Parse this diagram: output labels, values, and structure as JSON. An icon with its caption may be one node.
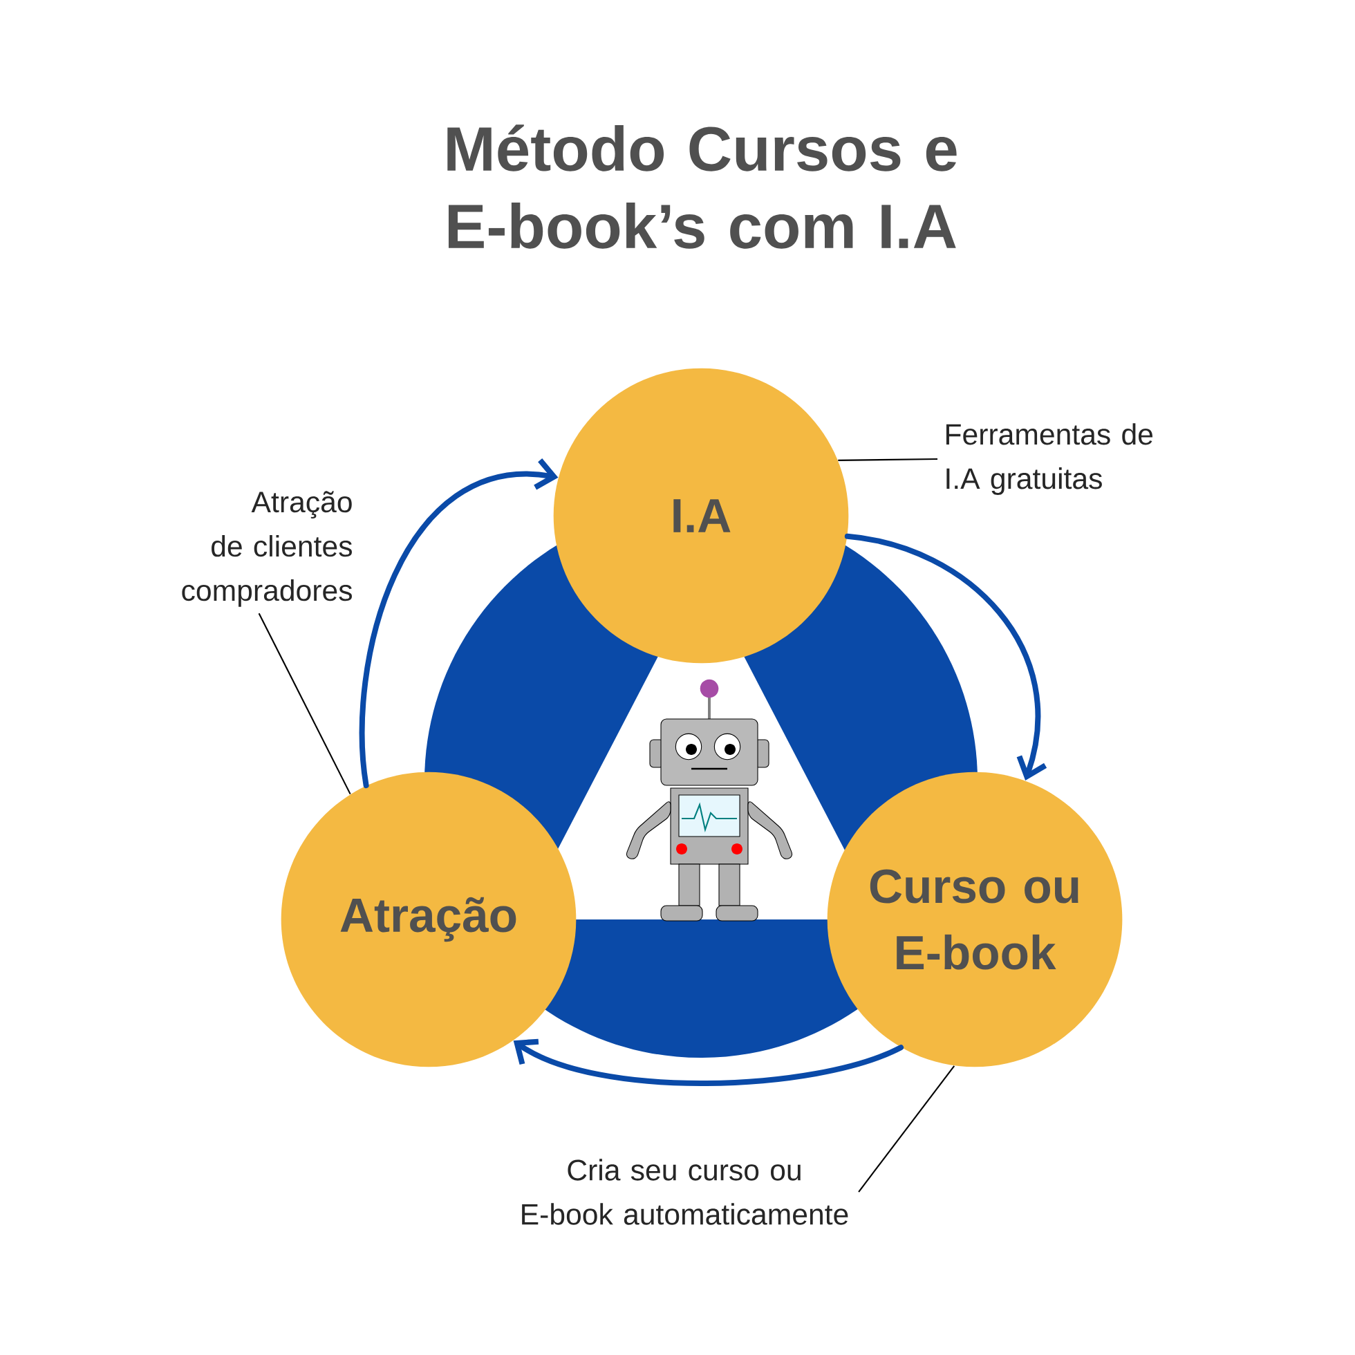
{
  "diagram": {
    "title": "Método Cursos e E-book’s com I.A",
    "nodes": [
      {
        "text": [
          "I.A"
        ]
      },
      {
        "text": [
          "Ferramentas de I.A gratuitas"
        ]
      },
      {
        "text": [
          "Atração de clientes compradores"
        ]
      },
      {
        "text": [
          "Atração"
        ]
      },
      {
        "text": [
          "Curso ou E-book"
        ]
      },
      {
        "text": [
          "Cria seu curso ou E-book automaticamente"
        ]
      }
    ],
    "edges": [
      {
        "from": 0,
        "to": 4,
        "arrow": "to",
        "style": "thick",
        "color": "#0a4aa8"
      },
      {
        "from": 4,
        "to": 3,
        "arrow": "to",
        "style": "thick",
        "color": "#0a4aa8"
      },
      {
        "from": 3,
        "to": 0,
        "arrow": "to",
        "style": "thick",
        "color": "#0a4aa8"
      },
      {
        "from": 1,
        "to": 0,
        "arrow": "none",
        "color": "#000000"
      },
      {
        "from": 5,
        "to": 4,
        "arrow": "none",
        "color": "#000000"
      },
      {
        "from": 2,
        "to": 3,
        "arrow": "none",
        "color": "#000000"
      }
    ]
  }
}
